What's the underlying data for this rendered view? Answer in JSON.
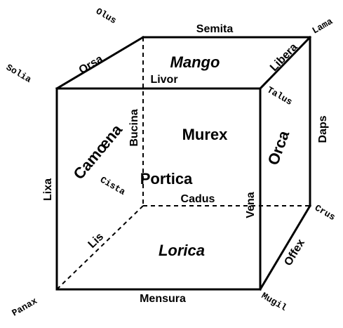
{
  "vertices": {
    "top_back_left": "Olus",
    "top_back_right": "Lama",
    "top_front_left": "Solia",
    "top_front_right": "Talus",
    "bottom_back_left": "Cista",
    "bottom_back_right": "Crus",
    "bottom_front_left": "Panax",
    "bottom_front_right": "Mugil"
  },
  "edges": {
    "top_back": "Semita",
    "top_left": "Orsa",
    "top_right": "Libera",
    "top_front": "Livor",
    "back_left_vertical": "Bucina",
    "back_right_vertical": "Daps",
    "front_left_vertical": "Lixa",
    "front_right_vertical": "Vena",
    "bottom_back": "Cadus",
    "bottom_left": "Lis",
    "bottom_right": "Offex",
    "bottom_front": "Mensura"
  },
  "faces": {
    "top": "Mango",
    "bottom": "Lorica",
    "left": "Camœna",
    "right": "Orca",
    "back": "Murex",
    "front": "Portica"
  }
}
